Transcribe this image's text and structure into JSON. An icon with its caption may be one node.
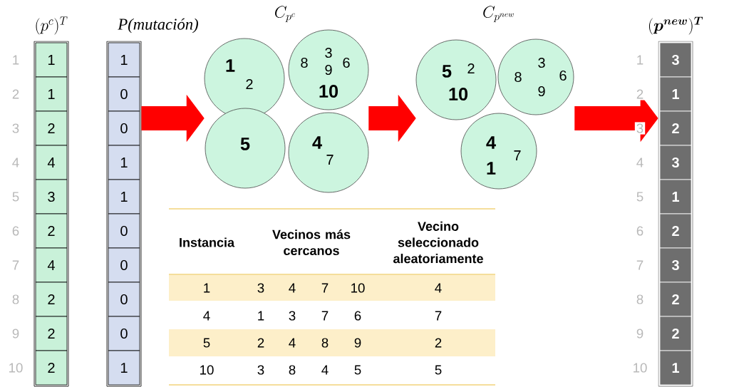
{
  "diagram": {
    "nodes": [
      {
        "text": [
          "(p^{c})^{T}"
        ]
      },
      {
        "text": [
          "1"
        ],
        "in": 0
      },
      {
        "text": [
          "1"
        ],
        "in": 0
      },
      {
        "text": [
          "2"
        ],
        "in": 0
      },
      {
        "text": [
          "4"
        ],
        "in": 0
      },
      {
        "text": [
          "3"
        ],
        "in": 0
      },
      {
        "text": [
          "2"
        ],
        "in": 0
      },
      {
        "text": [
          "4"
        ],
        "in": 0
      },
      {
        "text": [
          "2"
        ],
        "in": 0
      },
      {
        "text": [
          "2"
        ],
        "in": 0
      },
      {
        "text": [
          "2"
        ],
        "in": 0
      },
      {
        "text": [
          "P(mutación)"
        ]
      },
      {
        "text": [
          "1"
        ],
        "in": 11
      },
      {
        "text": [
          "0"
        ],
        "in": 11
      },
      {
        "text": [
          "0"
        ],
        "in": 11
      },
      {
        "text": [
          "1"
        ],
        "in": 11
      },
      {
        "text": [
          "1"
        ],
        "in": 11
      },
      {
        "text": [
          "0"
        ],
        "in": 11
      },
      {
        "text": [
          "0"
        ],
        "in": 11
      },
      {
        "text": [
          "0"
        ],
        "in": 11
      },
      {
        "text": [
          "0"
        ],
        "in": 11
      },
      {
        "text": [
          "1"
        ],
        "in": 11
      },
      {
        "text": [
          "C_{p^{c}}"
        ]
      },
      {
        "text": [
          "1",
          "2"
        ],
        "in": 22
      },
      {
        "text": [
          "3",
          "8",
          "6",
          "9",
          "10"
        ],
        "in": 22
      },
      {
        "text": [
          "5"
        ],
        "in": 22
      },
      {
        "text": [
          "4",
          "7"
        ],
        "in": 22
      },
      {
        "text": [
          "C_{p^{new}}"
        ]
      },
      {
        "text": [
          "5",
          "2",
          "10"
        ],
        "in": 27
      },
      {
        "text": [
          "3",
          "8",
          "6",
          "9"
        ],
        "in": 27
      },
      {
        "text": [
          "4",
          "7",
          "1"
        ],
        "in": 27
      },
      {
        "text": [
          "(\\boldsymbol{p}^{\\boldsymbol{new}})^{\\boldsymbol{T}}"
        ]
      },
      {
        "text": [
          "3"
        ],
        "in": 31
      },
      {
        "text": [
          "1"
        ],
        "in": 31
      },
      {
        "text": [
          "2"
        ],
        "in": 31
      },
      {
        "text": [
          "3"
        ],
        "in": 31
      },
      {
        "text": [
          "1"
        ],
        "in": 31
      },
      {
        "text": [
          "2"
        ],
        "in": 31
      },
      {
        "text": [
          "3"
        ],
        "in": 31
      },
      {
        "text": [
          "2"
        ],
        "in": 31
      },
      {
        "text": [
          "2"
        ],
        "in": 31
      },
      {
        "text": [
          "1"
        ],
        "in": 31
      }
    ],
    "edges": [
      {
        "from": 11,
        "to": 22,
        "arrow": "to"
      },
      {
        "from": 22,
        "to": 27,
        "arrow": "to"
      },
      {
        "from": 27,
        "to": 31,
        "arrow": "to"
      }
    ],
    "labels": [
      "1",
      "2",
      "3",
      "4",
      "5",
      "6",
      "7",
      "8",
      "9",
      "10",
      "Instancia",
      "Vecinos más cercanos",
      "Vecino seleccionado aleatoriamente",
      "1",
      "3",
      "4",
      "7",
      "10",
      "4",
      "4",
      "1",
      "3",
      "7",
      "6",
      "7",
      "5",
      "2",
      "4",
      "8",
      "9",
      "2",
      "10",
      "3",
      "8",
      "4",
      "5",
      "5",
      "1",
      "2",
      "3",
      "4",
      "5",
      "6",
      "7",
      "8",
      "9",
      "10"
    ]
  }
}
